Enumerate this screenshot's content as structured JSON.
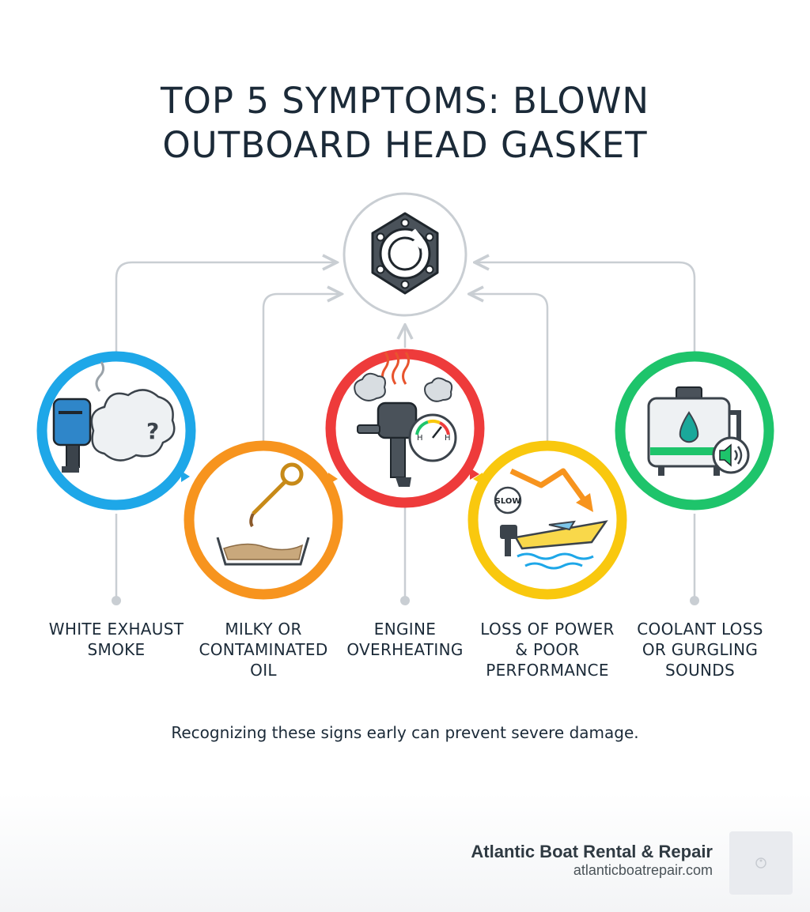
{
  "title": {
    "line1": "TOP 5 SYMPTOMS: BLOWN",
    "line2": "OUTBOARD HEAD GASKET"
  },
  "symptoms": [
    {
      "lines": [
        "WHITE EXHAUST",
        "SMOKE"
      ],
      "color": "#1ea7e8",
      "icon": "smoking-outboard-icon"
    },
    {
      "lines": [
        "MILKY OR",
        "CONTAMINATED",
        "OIL"
      ],
      "color": "#f7941e",
      "icon": "oil-dipstick-icon"
    },
    {
      "lines": [
        "ENGINE",
        "OVERHEATING"
      ],
      "color": "#ee3b3b",
      "icon": "overheating-engine-icon"
    },
    {
      "lines": [
        "LOSS OF POWER",
        "& POOR",
        "PERFORMANCE"
      ],
      "color": "#f9c80e",
      "icon": "slow-boat-icon"
    },
    {
      "lines": [
        "COOLANT LOSS",
        "OR GURGLING",
        "SOUNDS"
      ],
      "color": "#1ec46b",
      "icon": "coolant-tank-icon"
    }
  ],
  "icons": {
    "hub": "head-gasket-icon",
    "slow_badge": "SLOW",
    "gauge_low": "H",
    "gauge_high": "H",
    "smoke_mark": "?"
  },
  "note": "Recognizing these signs early can prevent severe damage.",
  "brand": {
    "name": "Atlantic Boat Rental & Repair",
    "url": "atlanticboatrepair.com"
  },
  "colors": {
    "title": "#1b2a38",
    "connector": "#c9ced3",
    "icon_dark": "#3b434b"
  }
}
